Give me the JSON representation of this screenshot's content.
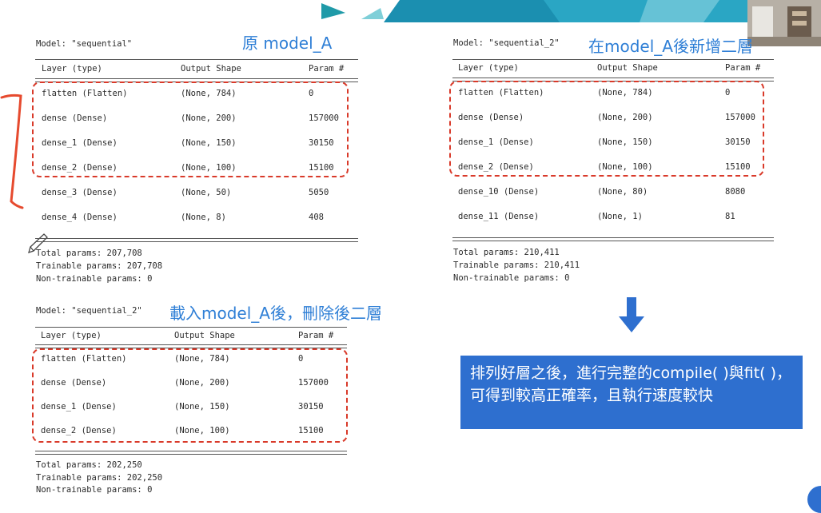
{
  "panelA": {
    "model_label": "Model: \"sequential\"",
    "title": "原 model_A",
    "headers": [
      "Layer (type)",
      "Output Shape",
      "Param #"
    ],
    "rows": [
      [
        "flatten (Flatten)",
        "(None, 784)",
        "0"
      ],
      [
        "dense (Dense)",
        "(None, 200)",
        "157000"
      ],
      [
        "dense_1 (Dense)",
        "(None, 150)",
        "30150"
      ],
      [
        "dense_2 (Dense)",
        "(None, 100)",
        "15100"
      ],
      [
        "dense_3 (Dense)",
        "(None, 50)",
        "5050"
      ],
      [
        "dense_4 (Dense)",
        "(None, 8)",
        "408"
      ]
    ],
    "total": "Total params: 207,708",
    "trainable": "Trainable params: 207,708",
    "nontrainable": "Non-trainable params: 0"
  },
  "panelB": {
    "model_label": "Model: \"sequential_2\"",
    "title": "在model_A後新增二層",
    "headers": [
      "Layer (type)",
      "Output Shape",
      "Param #"
    ],
    "rows": [
      [
        "flatten (Flatten)",
        "(None, 784)",
        "0"
      ],
      [
        "dense (Dense)",
        "(None, 200)",
        "157000"
      ],
      [
        "dense_1 (Dense)",
        "(None, 150)",
        "30150"
      ],
      [
        "dense_2 (Dense)",
        "(None, 100)",
        "15100"
      ],
      [
        "dense_10 (Dense)",
        "(None, 80)",
        "8080"
      ],
      [
        "dense_11 (Dense)",
        "(None, 1)",
        "81"
      ]
    ],
    "total": "Total params: 210,411",
    "trainable": "Trainable params: 210,411",
    "nontrainable": "Non-trainable params: 0"
  },
  "panelC": {
    "model_label": "Model: \"sequential_2\"",
    "title": "載入model_A後，刪除後二層",
    "headers": [
      "Layer (type)",
      "Output Shape",
      "Param #"
    ],
    "rows": [
      [
        "flatten (Flatten)",
        "(None, 784)",
        "0"
      ],
      [
        "dense (Dense)",
        "(None, 200)",
        "157000"
      ],
      [
        "dense_1 (Dense)",
        "(None, 150)",
        "30150"
      ],
      [
        "dense_2 (Dense)",
        "(None, 100)",
        "15100"
      ]
    ],
    "total": "Total params: 202,250",
    "trainable": "Trainable params: 202,250",
    "nontrainable": "Non-trainable params: 0"
  },
  "note": {
    "text": "排列好層之後，進行完整的compile( )與fit( )，可得到較高正確率，且執行速度較快"
  },
  "colors": {
    "accent_title": "#2f7fd6",
    "dashed_box": "#d93a2a",
    "note_bg": "#2e6fcf",
    "arrow": "#2e6fcf",
    "annotation": "#e64a2e"
  }
}
